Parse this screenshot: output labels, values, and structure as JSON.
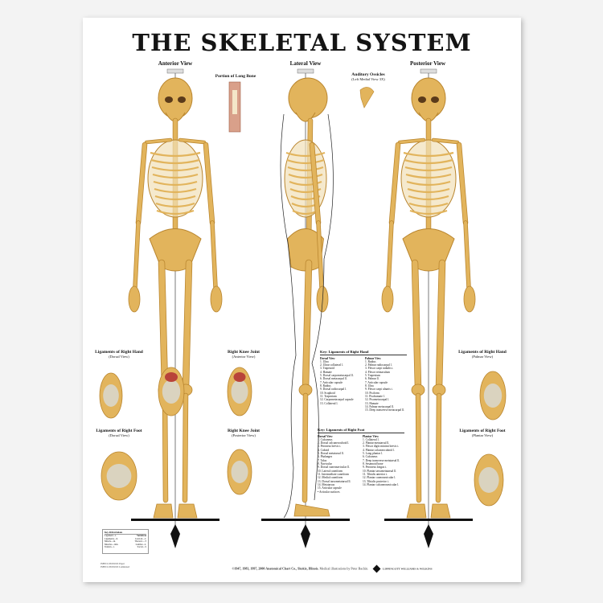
{
  "title": "THE SKELETAL SYSTEM",
  "views": {
    "anterior": "Anterior View",
    "lateral": "Lateral View",
    "posterior": "Posterior View"
  },
  "insets": {
    "long_bone": {
      "title": "Portion of Long Bone",
      "sub": ""
    },
    "ossicles": {
      "title": "Auditory Ossicles",
      "sub": "(Left Medial View 3X)"
    },
    "hand_dorsal": {
      "title": "Ligaments of Right Hand",
      "sub": "(Dorsal View)"
    },
    "knee_anterior": {
      "title": "Right Knee Joint",
      "sub": "(Anterior View)"
    },
    "foot_dorsal": {
      "title": "Ligaments of Right Foot",
      "sub": "(Dorsal View)"
    },
    "knee_posterior": {
      "title": "Right Knee Joint",
      "sub": "(Posterior View)"
    },
    "hand_palmar": {
      "title": "Ligaments of Right Hand",
      "sub": "(Palmar View)"
    },
    "foot_plantar": {
      "title": "Ligaments of Right Foot",
      "sub": "(Plantar View)"
    }
  },
  "key_hand": {
    "title": "Key: Ligaments of Right Hand",
    "dorsal_head": "Dorsal View",
    "palmar_head": "Palmar View",
    "dorsal": [
      "1. Ulna",
      "2. Ulnar collateral l.",
      "3. Trapezoid",
      "4. Hamate",
      "5. Dorsal carpometacarpal ll.",
      "6. Dorsal metacarpal ll.",
      "7. Articular capsule",
      "8. Radius",
      "9. Dorsal radiocarpal l.",
      "10. Scaphoid",
      "11. Trapezium",
      "12. Carpometacarpal capsule",
      "13. Collateral l."
    ],
    "palmar": [
      "1. Radius",
      "2. Palmar radiocarpal l.",
      "3. Flexor carpi radialis t.",
      "4. Flexor retinaculum",
      "5. Trapezium",
      "6. Palmar ll.",
      "7. Articular capsule",
      "8. Ulna",
      "9. Flexor carpi ulnaris t.",
      "10. Pisiform",
      "11. Pisohamate l.",
      "12. Pisometacarpal l.",
      "13. Hamate",
      "14. Palmar metacarpal ll.",
      "15. Deep transverse metacarpal ll."
    ]
  },
  "key_foot": {
    "title": "Key: Ligaments of Right Foot",
    "dorsal_head": "Dorsal View",
    "plantar_head": "Plantar View",
    "dorsal": [
      "1. Calcaneus",
      "2. Dorsal calcaneocuboid l.",
      "3. Peroneus brevis t.",
      "4. Cuboid",
      "5. Dorsal metatarsal ll.",
      "6. Phalanges",
      "7. Talus",
      "8. Navicular",
      "9. Dorsal cuneonavicular ll.",
      "10. Lateral cuneiform",
      "11. Intermediate cuneiform",
      "12. Medial cuneiform",
      "13. Dorsal tarsometatarsal ll.",
      "14. Metatarsus",
      "15. Articular capsule",
      "• Articular surfaces"
    ],
    "plantar": [
      "1. Collateral l.",
      "2. Plantar metatarsal ll.",
      "3. Flexor digiti minimi brevis t.",
      "4. Plantar calcaneocuboid l.",
      "5. Long plantar l.",
      "6. Calcaneus",
      "7. Deep transverse metatarsal ll.",
      "8. Sesamoid bone",
      "9. Peroneus longus t.",
      "10. Plantar tarsometatarsal ll.",
      "11. Tibialis anterior t.",
      "12. Plantar cuneonavicular l.",
      "13. Tibialis posterior t.",
      "14. Plantar calcaneonavicular l."
    ]
  },
  "abbreviations": {
    "title": "Key Abbreviations",
    "left": [
      "Ligament—l.",
      "Ligaments—ll.",
      "Muscle—m.",
      "Muscles—mm.",
      "Tendon—t."
    ],
    "right_head": "Vertebrae",
    "right": [
      "Cervical—C",
      "Thoracic—T",
      "Lumbar—L",
      "Sacral—S"
    ]
  },
  "isbn": [
    "ISBN 0-9XXXXX Paper",
    "ISBN 0-9XXXXX Laminated"
  ],
  "footer": {
    "copyright": "©1947, 1983, 1997, 2000 Anatomical Chart Co., Skokie, Illinois.",
    "credit": "Medical illustrations by Peter Bachin.",
    "publisher": "LIPPINCOTT WILLIAMS & WILKINS"
  },
  "colors": {
    "bone": "#e2b45c",
    "bone_dark": "#b9852e",
    "ligament": "#d8d8d0",
    "muscle": "#b8433a",
    "ink": "#141414"
  }
}
